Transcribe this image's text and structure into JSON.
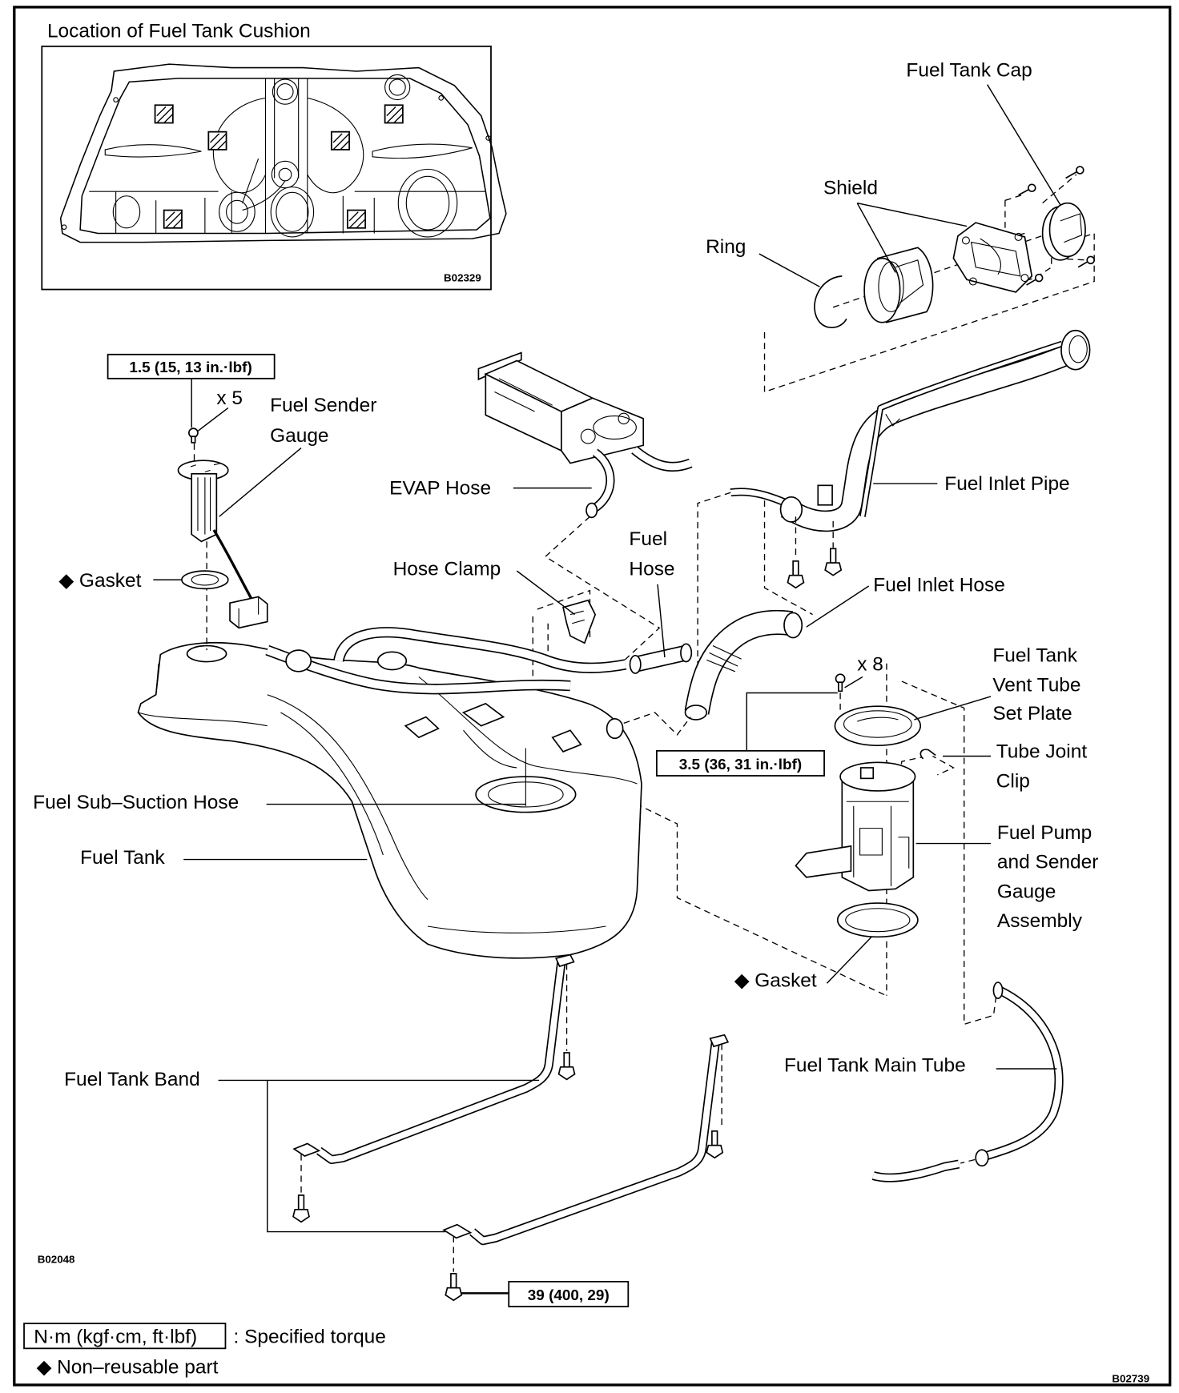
{
  "inset": {
    "title": "Location of Fuel Tank Cushion",
    "figure_code": "B02329"
  },
  "symbols": {
    "non_reusable": "◆"
  },
  "labels": {
    "fuel_tank_cap": "Fuel Tank Cap",
    "shield": "Shield",
    "ring": "Ring",
    "quantity_x5": "x 5",
    "fuel_sender_gauge": [
      "Fuel Sender",
      "Gauge"
    ],
    "evap_hose": "EVAP Hose",
    "fuel_inlet_pipe": "Fuel Inlet Pipe",
    "fuel_hose": [
      "Fuel",
      "Hose"
    ],
    "hose_clamp": "Hose Clamp",
    "gasket_sender": "Gasket",
    "fuel_inlet_hose": "Fuel Inlet Hose",
    "vent_tube_set_plate": [
      "Fuel Tank",
      "Vent Tube",
      "Set Plate"
    ],
    "quantity_x8": "x 8",
    "tube_joint_clip": [
      "Tube Joint",
      "Clip"
    ],
    "fuel_sub_suction_hose": "Fuel Sub–Suction Hose",
    "fuel_tank": "Fuel Tank",
    "fuel_pump_assembly": [
      "Fuel Pump",
      "and Sender",
      "Gauge",
      "Assembly"
    ],
    "gasket_pump": "Gasket",
    "fuel_tank_main_tube": "Fuel Tank Main Tube",
    "fuel_tank_band": "Fuel Tank Band"
  },
  "torque": {
    "sender_gauge_bolt": "1.5 (15, 13 in.·lbf)",
    "set_plate_bolt": "3.5 (36, 31 in.·lbf)",
    "band_bolt": "39 (400, 29)"
  },
  "figure_codes": {
    "main": "B02048",
    "page": "B02739"
  },
  "legend": {
    "torque_units": "N·m (kgf·cm, ft·lbf)",
    "torque_desc": ": Specified torque",
    "non_reusable_desc": "Non–reusable part"
  }
}
